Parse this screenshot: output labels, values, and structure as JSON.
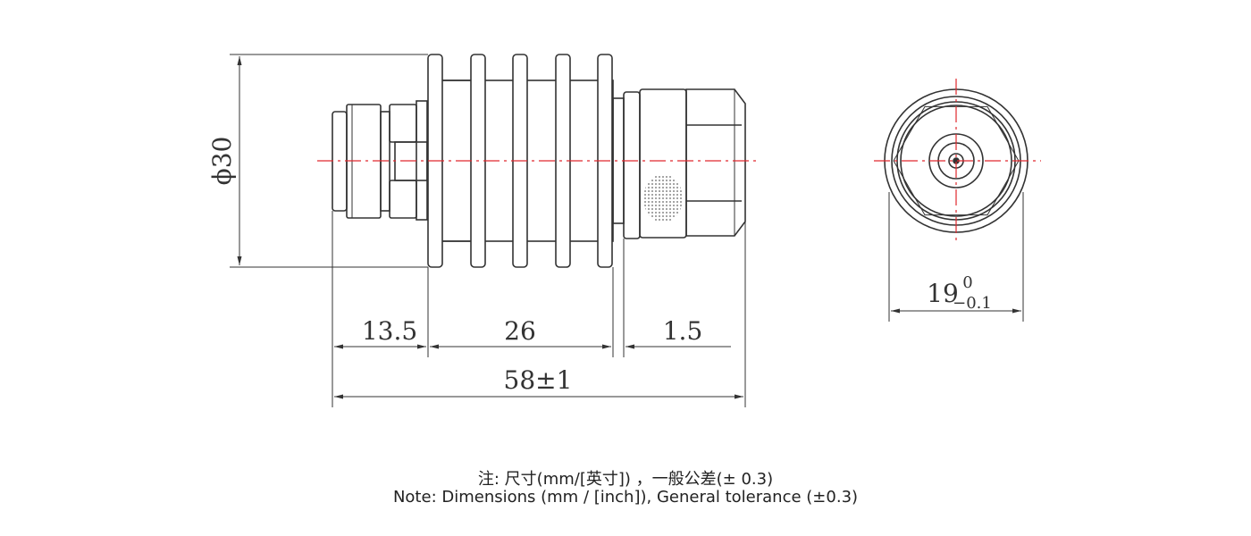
{
  "dimensions": {
    "diameter": "ϕ30",
    "left_connector_length": "13.5",
    "body_length": "26",
    "gap_length": "1.5",
    "total_length": "58±1",
    "hex_size": "19",
    "hex_tol_upper": "0",
    "hex_tol_lower": "−0.1"
  },
  "notes": {
    "chinese": "注: 尺寸(mm/[英寸]) ，一般公差(± 0.3)",
    "english": "Note: Dimensions (mm / [inch]), General tolerance (±0.3)"
  },
  "colors": {
    "line": "#333333",
    "centerline": "#e0282d",
    "hatch": "#999999"
  }
}
